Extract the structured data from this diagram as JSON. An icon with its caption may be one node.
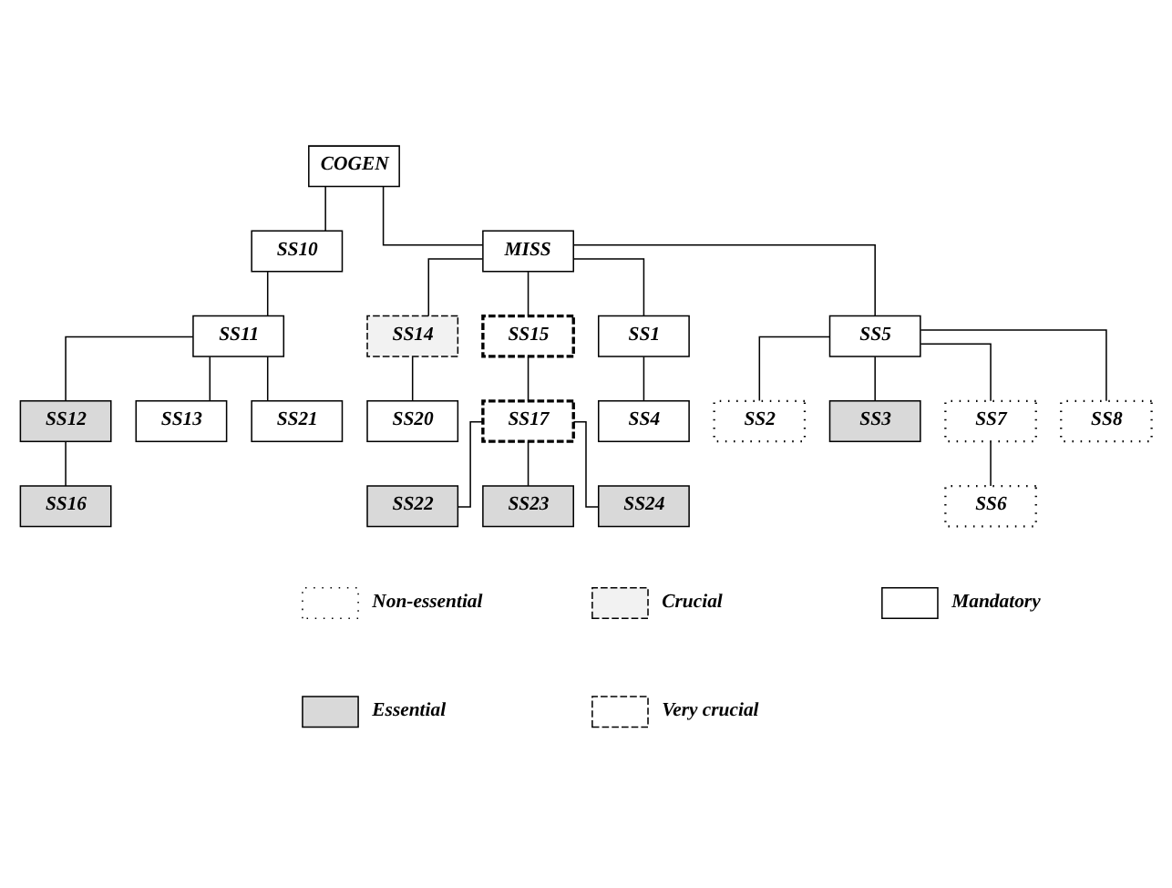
{
  "diagram": {
    "nodes": [
      {
        "text": [
          "COGEN"
        ]
      },
      {
        "text": [
          "SS10"
        ]
      },
      {
        "text": [
          "MISS"
        ]
      },
      {
        "text": [
          "SS11"
        ]
      },
      {
        "text": [
          "SS14"
        ]
      },
      {
        "text": [
          "SS15"
        ]
      },
      {
        "text": [
          "SS1"
        ]
      },
      {
        "text": [
          "SS5"
        ]
      },
      {
        "text": [
          "SS12"
        ]
      },
      {
        "text": [
          "SS13"
        ]
      },
      {
        "text": [
          "SS21"
        ]
      },
      {
        "text": [
          "SS20"
        ]
      },
      {
        "text": [
          "SS17"
        ]
      },
      {
        "text": [
          "SS4"
        ]
      },
      {
        "text": [
          "SS2"
        ]
      },
      {
        "text": [
          "SS3"
        ]
      },
      {
        "text": [
          "SS7"
        ]
      },
      {
        "text": [
          "SS8"
        ]
      },
      {
        "text": [
          "SS16"
        ]
      },
      {
        "text": [
          "SS6"
        ]
      },
      {
        "text": [
          "SS22"
        ]
      },
      {
        "text": [
          "SS23"
        ]
      },
      {
        "text": [
          "SS24"
        ]
      }
    ],
    "edges": [
      {
        "from": 0,
        "to": 1,
        "arrow": "none"
      },
      {
        "from": 0,
        "to": 2,
        "arrow": "none"
      },
      {
        "from": 1,
        "to": 3,
        "arrow": "none"
      },
      {
        "from": 2,
        "to": 4,
        "arrow": "none"
      },
      {
        "from": 2,
        "to": 5,
        "arrow": "none"
      },
      {
        "from": 2,
        "to": 6,
        "arrow": "none"
      },
      {
        "from": 2,
        "to": 7,
        "arrow": "none"
      },
      {
        "from": 3,
        "to": 8,
        "arrow": "none"
      },
      {
        "from": 3,
        "to": 9,
        "arrow": "none"
      },
      {
        "from": 3,
        "to": 10,
        "arrow": "none"
      },
      {
        "from": 4,
        "to": 11,
        "arrow": "none"
      },
      {
        "from": 5,
        "to": 12,
        "arrow": "none"
      },
      {
        "from": 6,
        "to": 13,
        "arrow": "none"
      },
      {
        "from": 7,
        "to": 14,
        "arrow": "none"
      },
      {
        "from": 7,
        "to": 15,
        "arrow": "none"
      },
      {
        "from": 7,
        "to": 16,
        "arrow": "none"
      },
      {
        "from": 7,
        "to": 17,
        "arrow": "none"
      },
      {
        "from": 8,
        "to": 18,
        "arrow": "none"
      },
      {
        "from": 16,
        "to": 19,
        "arrow": "none"
      },
      {
        "from": 12,
        "to": 20,
        "arrow": "none"
      },
      {
        "from": 12,
        "to": 21,
        "arrow": "none"
      },
      {
        "from": 12,
        "to": 22,
        "arrow": "none"
      }
    ],
    "legend": [
      {
        "text": "Non-essential"
      },
      {
        "text": "Crucial"
      },
      {
        "text": "Mandatory"
      },
      {
        "text": "Essential"
      },
      {
        "text": "Very crucial"
      }
    ]
  }
}
